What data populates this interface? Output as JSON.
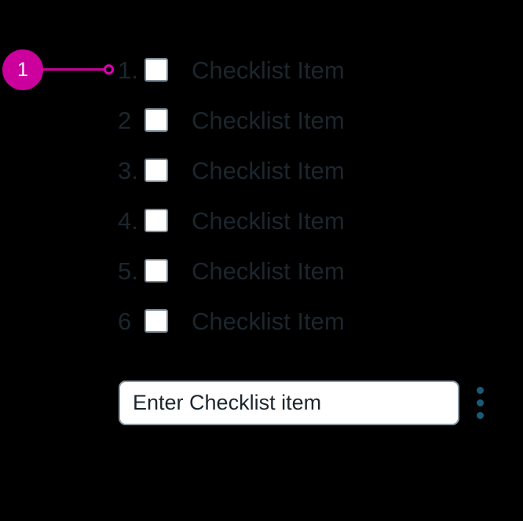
{
  "annotation": {
    "marker_label": "1",
    "marker_color": "#CC009C",
    "leader_color": "#CC009C",
    "endpoint_color": "#E000B4",
    "points_at": "checklist-row-1"
  },
  "theme": {
    "background": "#000000",
    "text_color": "#1C262D",
    "checkbox_fill": "#FFFFFF",
    "checkbox_border": "#7D8D99",
    "input_border": "#8A98A3",
    "menu_dot_color": "#1A5C77"
  },
  "checklist": {
    "items": [
      {
        "number": "1.",
        "label": "Checklist Item",
        "checked": false
      },
      {
        "number": "2",
        "label": "Checklist Item",
        "checked": false
      },
      {
        "number": "3.",
        "label": "Checklist Item",
        "checked": false
      },
      {
        "number": "4.",
        "label": "Checklist Item",
        "checked": false
      },
      {
        "number": "5.",
        "label": "Checklist Item",
        "checked": false
      },
      {
        "number": "6",
        "label": "Checklist Item",
        "checked": false
      }
    ]
  },
  "input": {
    "value": "",
    "placeholder": "Enter Checklist item"
  },
  "menu": {
    "icon": "overflow-menu-vertical-icon",
    "dots": 3
  }
}
